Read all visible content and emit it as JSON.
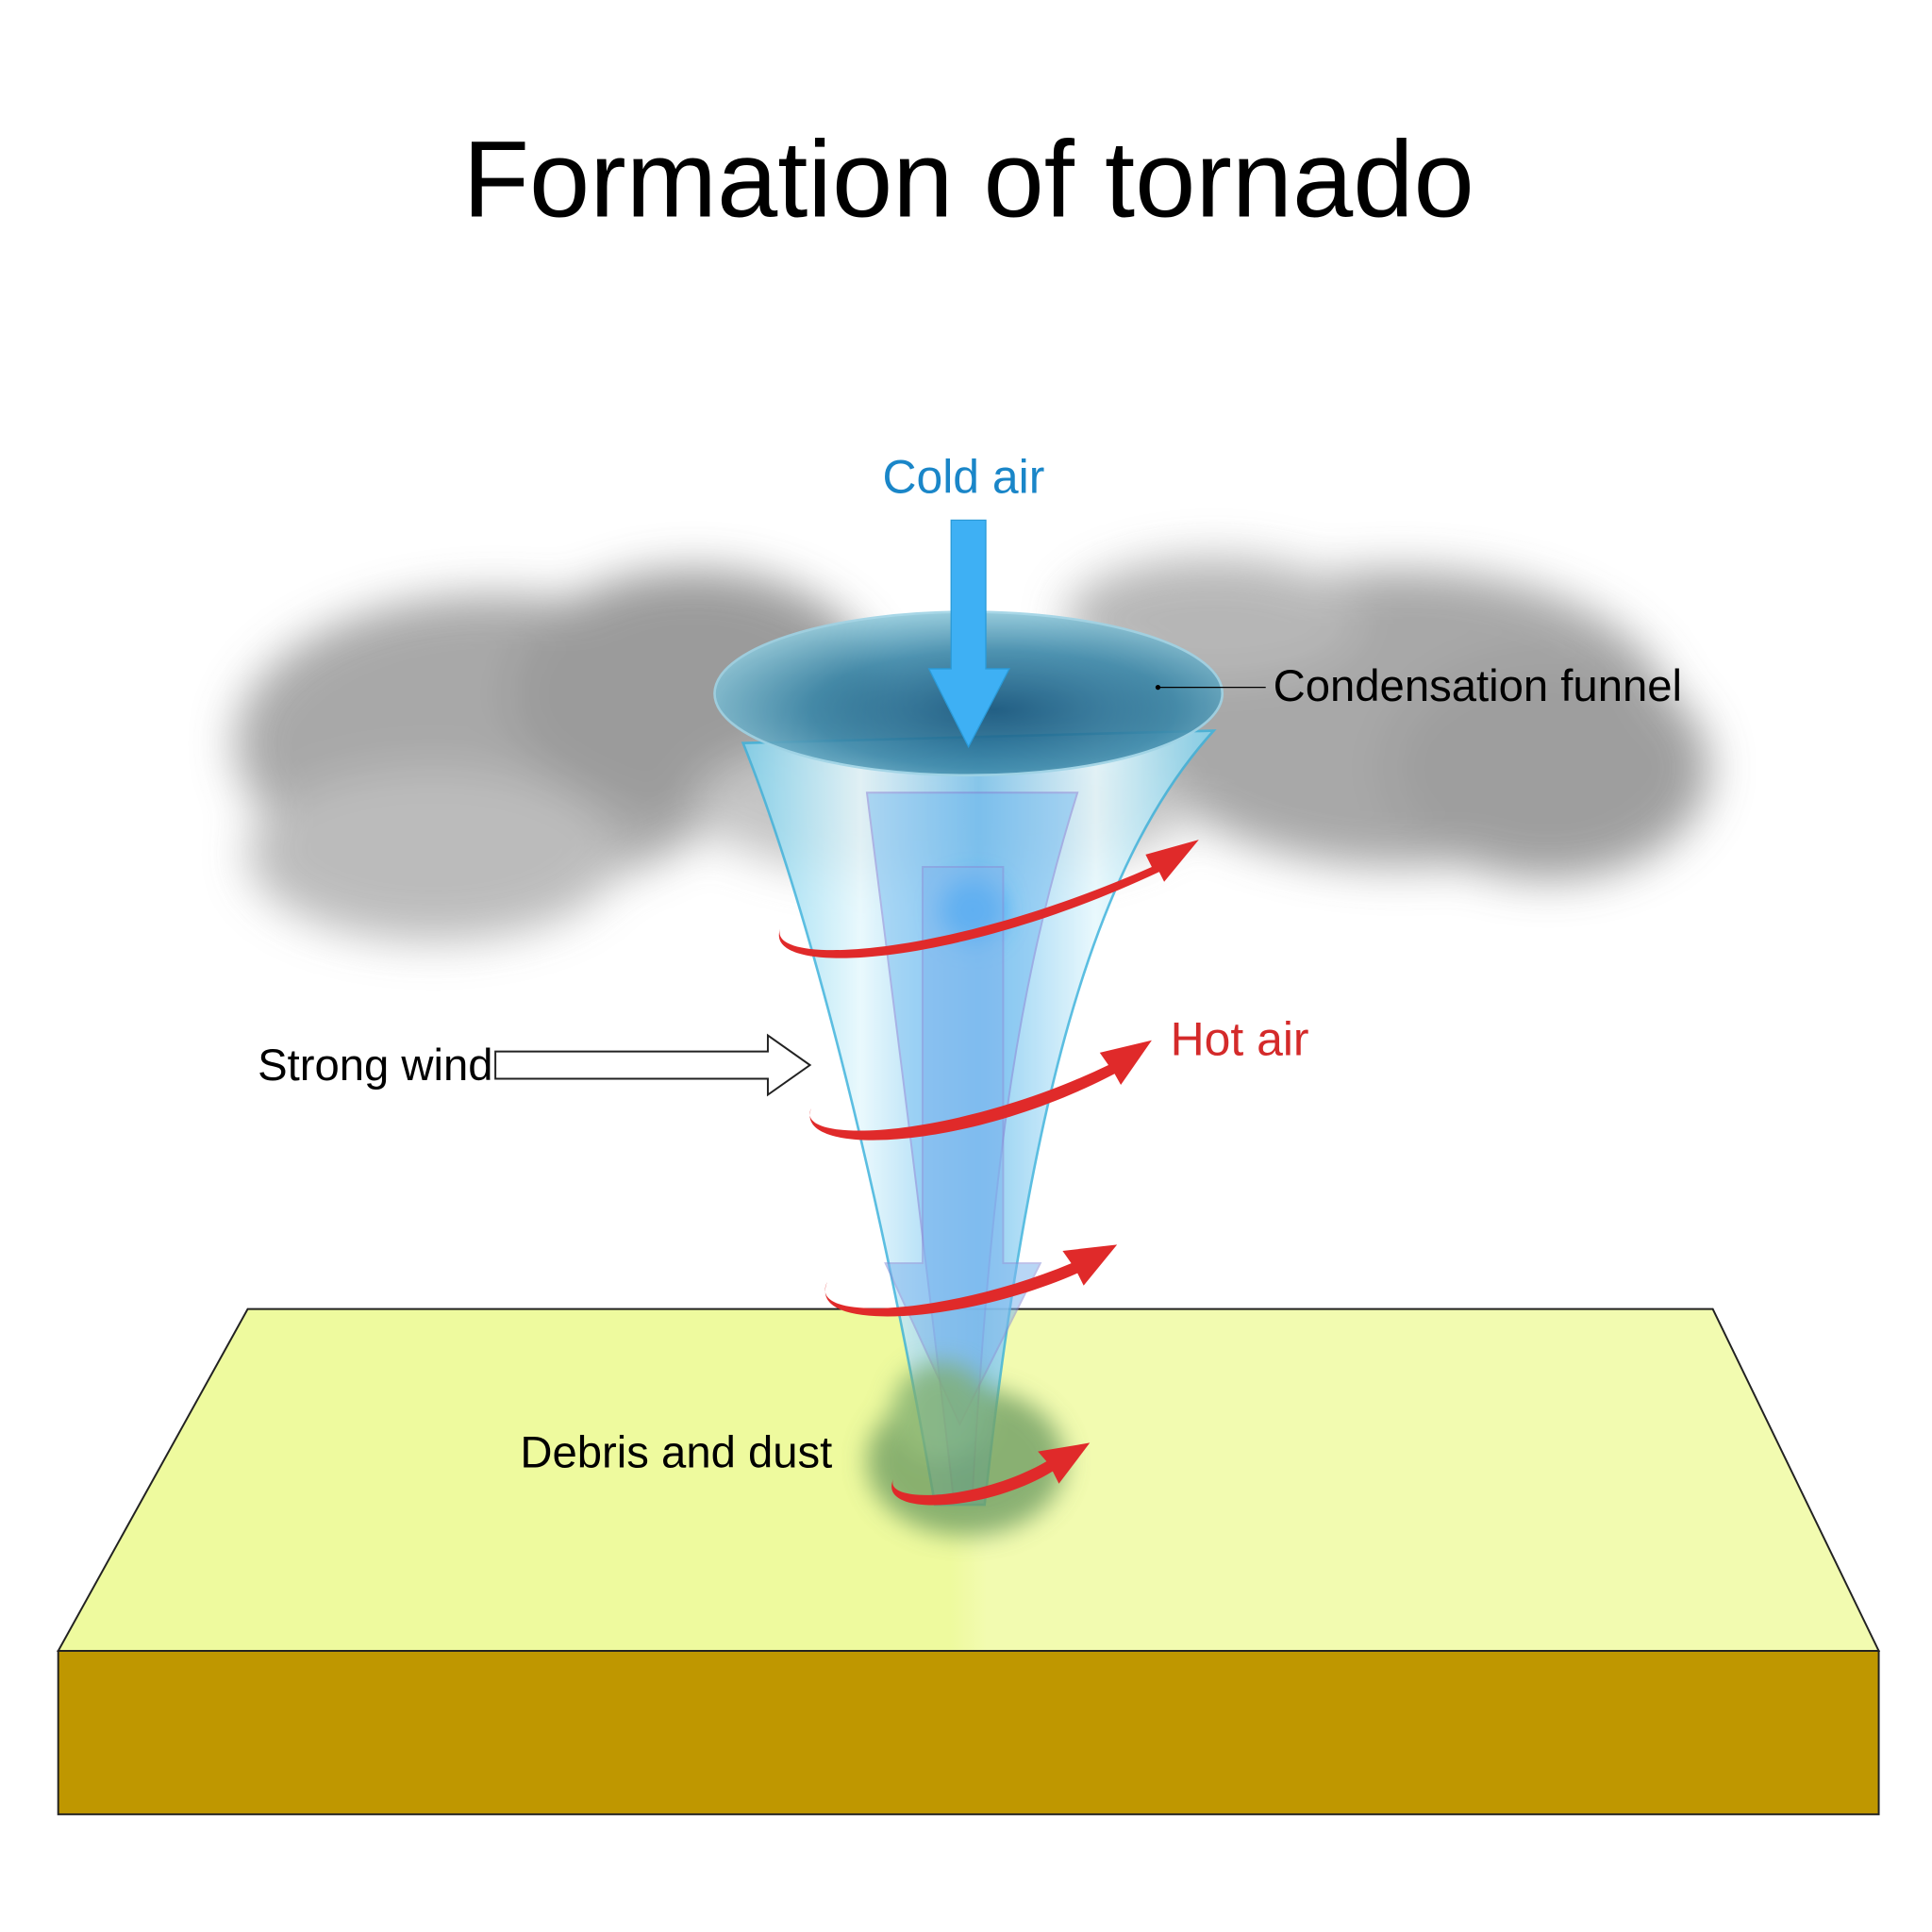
{
  "title": "Formation of tornado",
  "labels": {
    "cold_air": "Cold air",
    "condensation_funnel": "Condensation funnel",
    "strong_wind": "Strong wind",
    "hot_air": "Hot air",
    "debris_and_dust": "Debris and dust"
  },
  "colors": {
    "cold_air": "#1a86c8",
    "hot_air": "#d42a2a",
    "ground_top": "#eefa9e",
    "ground_side": "#bf9700",
    "cloud": "#8c8c8c"
  }
}
